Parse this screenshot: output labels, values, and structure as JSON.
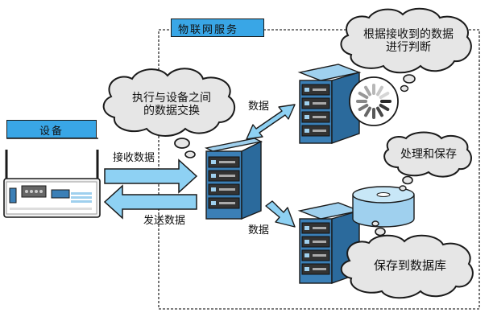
{
  "labels": {
    "iot_service": "物联网服务",
    "device": "设备",
    "exchange_cloud": [
      "执行与设备之间",
      "的数据交换"
    ],
    "judge_cloud": [
      "根据接收到的数据",
      "进行判断"
    ],
    "process_cloud": "处理和保存",
    "db_cloud": "保存到数据库",
    "receive": "接收数据",
    "send": "发送数据",
    "data_upper": "数据",
    "data_lower": "数据"
  },
  "colors": {
    "accent_blue": "#39a6e6",
    "arrow_fill": "#8ed1f3",
    "server_body": "#3b7fb6",
    "server_top": "#9fd0ee",
    "cloud_fill": "#e6e6e6",
    "outline": "#1a1a1a"
  },
  "icons": [
    "router-device-icon",
    "server-icon",
    "loading-spinner-icon",
    "disk-icon"
  ]
}
